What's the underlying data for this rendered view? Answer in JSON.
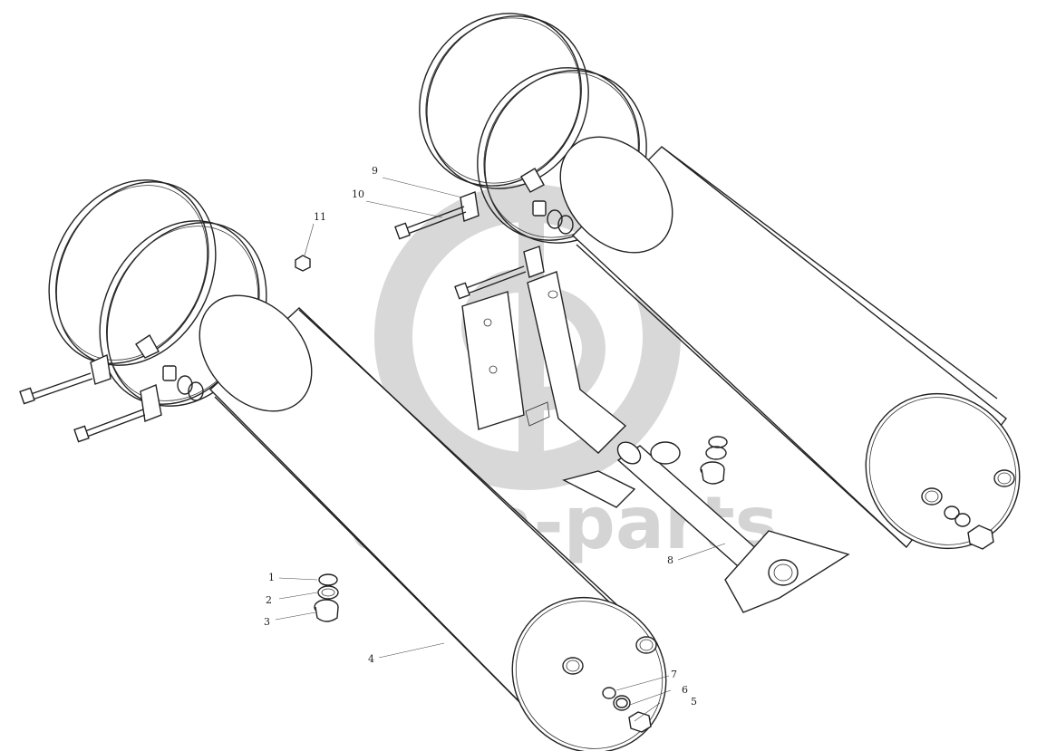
{
  "watermark": {
    "text": "data-parts",
    "color": "#cfcfcf"
  },
  "callouts": [
    {
      "id": "c1",
      "label": "1"
    },
    {
      "id": "c2",
      "label": "2"
    },
    {
      "id": "c3",
      "label": "3"
    },
    {
      "id": "c4",
      "label": "4"
    },
    {
      "id": "c5",
      "label": "5"
    },
    {
      "id": "c6",
      "label": "6"
    },
    {
      "id": "c7",
      "label": "7"
    },
    {
      "id": "c8",
      "label": "8"
    },
    {
      "id": "c9",
      "label": "9"
    },
    {
      "id": "c10",
      "label": "10"
    },
    {
      "id": "c11",
      "label": "11"
    }
  ]
}
